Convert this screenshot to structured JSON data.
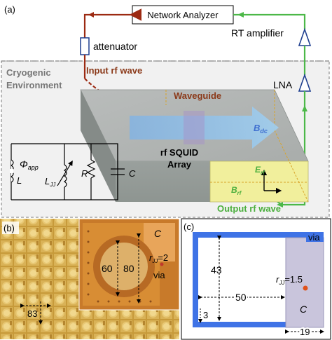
{
  "panel_a": {
    "label": "(a)",
    "network_analyzer": "Network Analyzer",
    "attenuator": "attenuator",
    "rt_amplifier": "RT amplifier",
    "lna": "LNA",
    "cryogenic_line1": "Cryogenic",
    "cryogenic_line2": "Environment",
    "input_rf_wave": "Input rf wave",
    "waveguide": "Waveguide",
    "b_dc": "B",
    "b_dc_sub": "dc",
    "rf_squid_line1": "rf SQUID",
    "rf_squid_line2": "Array",
    "e_rf": "E",
    "e_rf_sub": "rf",
    "b_rf": "B",
    "b_rf_sub": "rf",
    "output_rf_wave": "Output rf wave",
    "circuit": {
      "phi": "Φ",
      "phi_sub": "app",
      "L": "L",
      "LJJ": "L",
      "LJJ_sub": "JJ",
      "R": "R",
      "C": "C"
    }
  },
  "panel_b": {
    "label": "(b)",
    "C": "C",
    "r_jj": "r",
    "r_jj_sub": "JJ",
    "r_jj_val": "=2",
    "via": "via",
    "dim60": "60",
    "dim80": "80",
    "dim83": "83"
  },
  "panel_c": {
    "label": "(c)",
    "via": "via",
    "dim43": "43",
    "dim50": "50",
    "dim3": "3",
    "dim19": "19",
    "r_jj": "r",
    "r_jj_sub": "JJ",
    "r_jj_val": "=1.5",
    "C": "C"
  },
  "colors": {
    "input_line": "#9c2a12",
    "output_line": "#4cb848",
    "accent_green_text": "#4caf3e",
    "brown_text": "#8b3a1a",
    "blue_frame": "#3f73e6",
    "field_blue": "#5b8fd8"
  }
}
